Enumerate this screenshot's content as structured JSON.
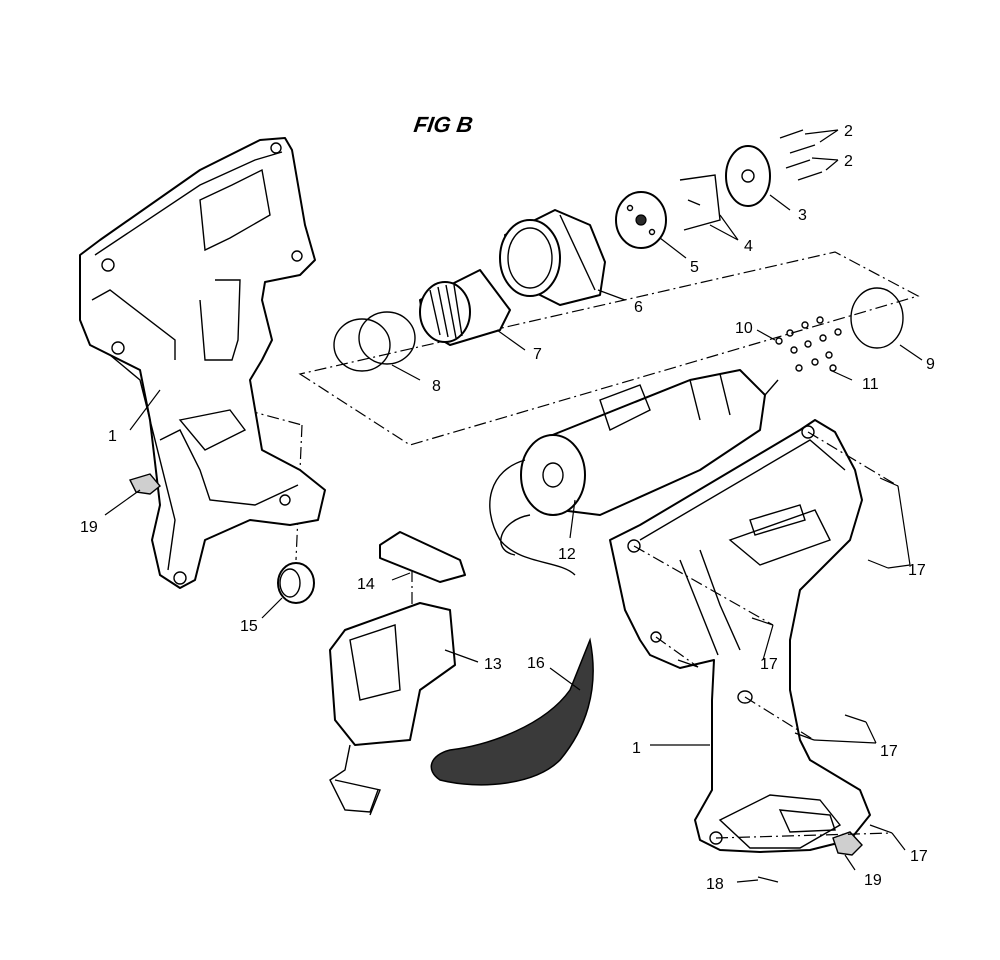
{
  "figure": {
    "title": "FIG B"
  },
  "callouts": {
    "c1_left": "1",
    "c2_top": "2",
    "c2_mid": "2",
    "c3": "3",
    "c4": "4",
    "c5": "5",
    "c6": "6",
    "c7": "7",
    "c8": "8",
    "c9": "9",
    "c10": "10",
    "c11": "11",
    "c12": "12",
    "c13": "13",
    "c14": "14",
    "c15": "15",
    "c16": "16",
    "c17_a": "17",
    "c17_b": "17",
    "c17_c": "17",
    "c17_d": "17",
    "c1_right": "1",
    "c18": "18",
    "c19_left": "19",
    "c19_right": "19"
  }
}
